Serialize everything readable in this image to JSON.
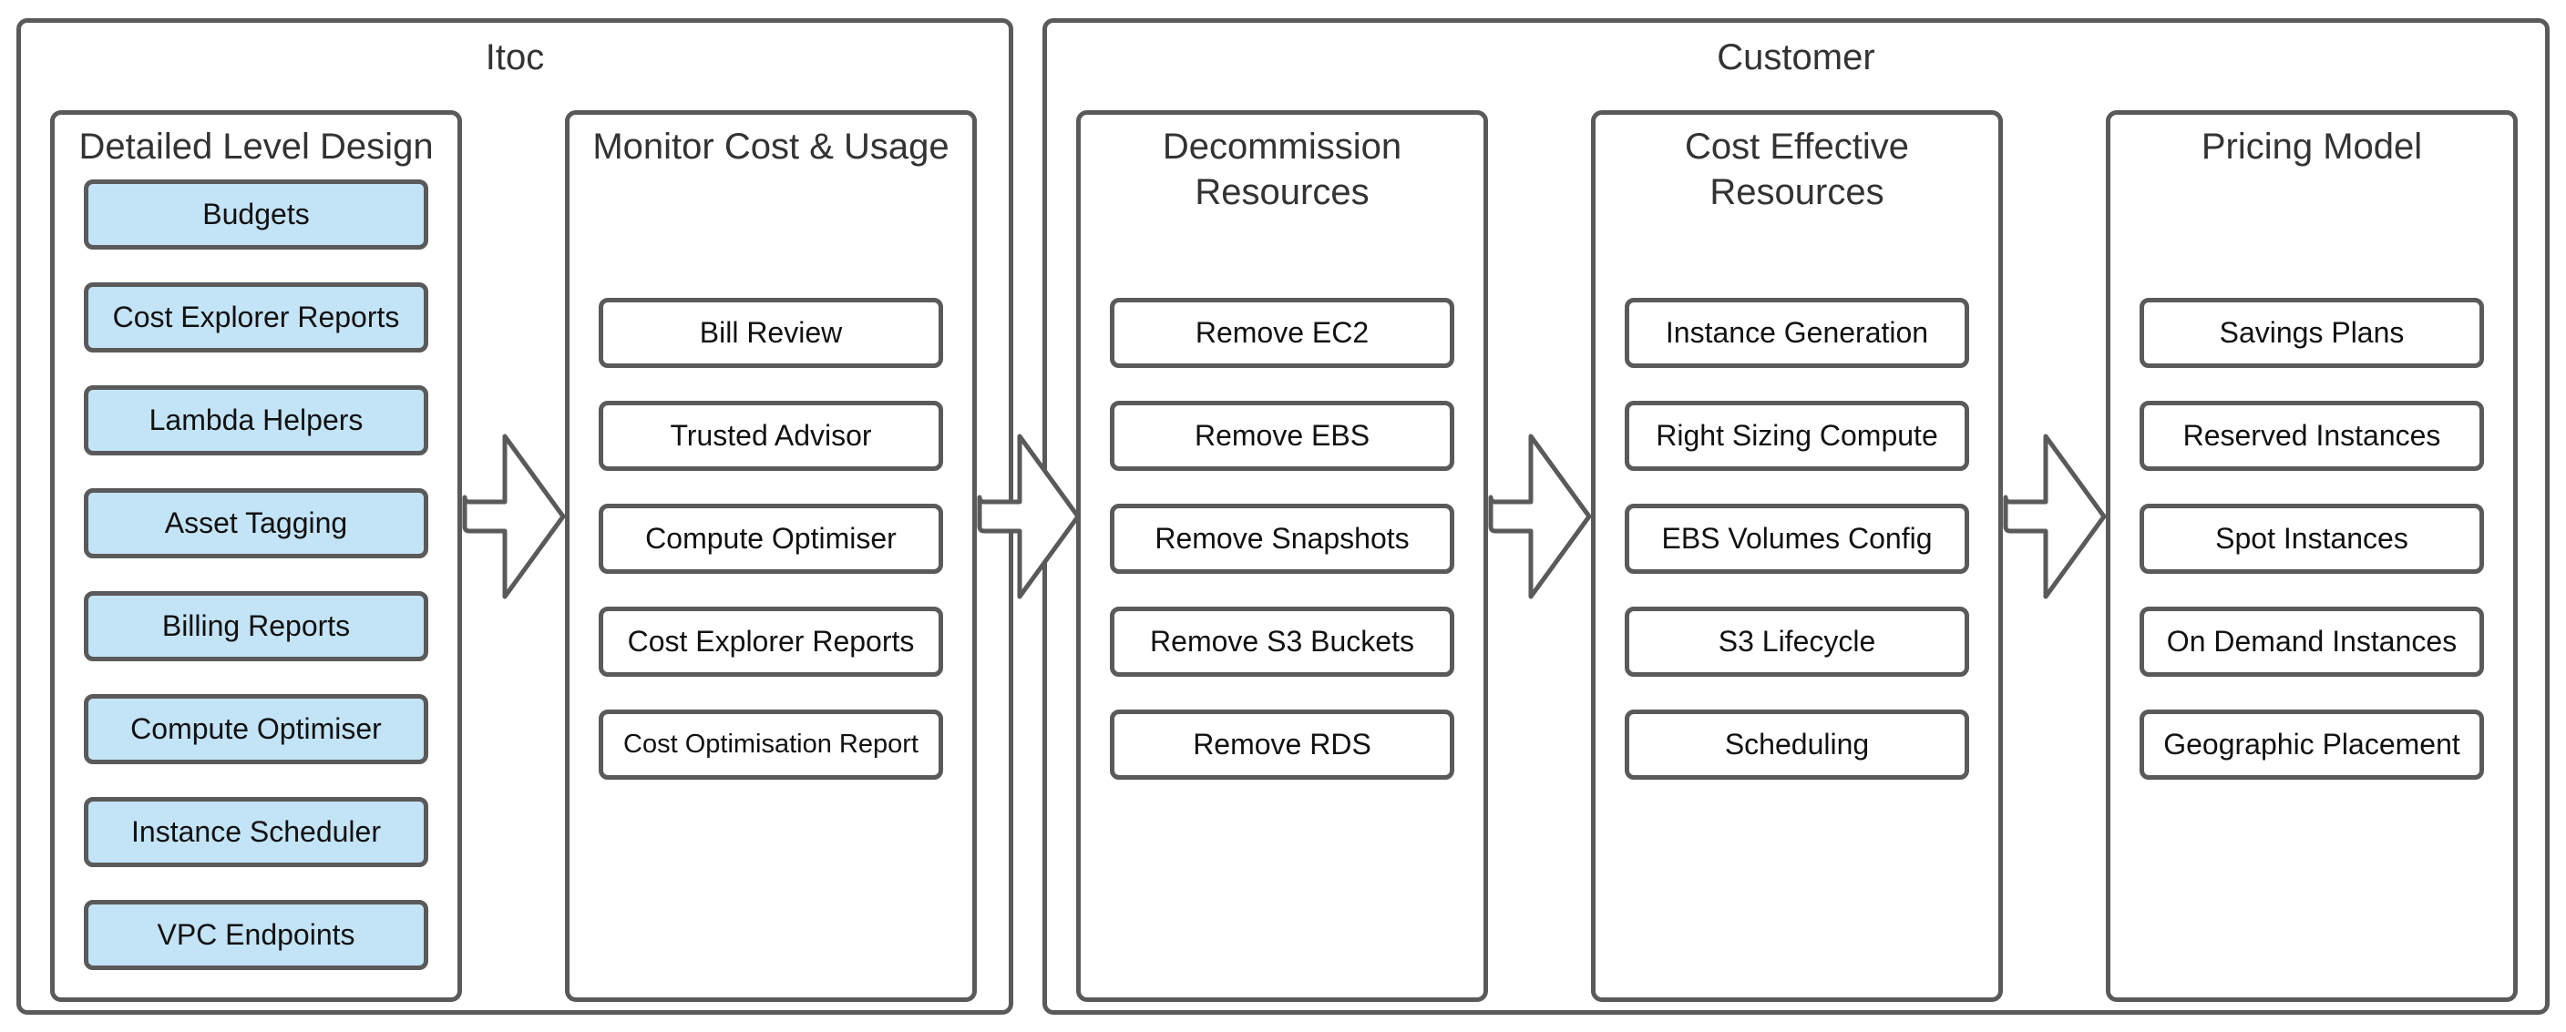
{
  "groups": {
    "itoc": {
      "title": "Itoc"
    },
    "customer": {
      "title": "Customer"
    }
  },
  "columns": [
    {
      "title": "Detailed Level Design",
      "items": [
        "Budgets",
        "Cost Explorer Reports",
        "Lambda Helpers",
        "Asset Tagging",
        "Billing Reports",
        "Compute Optimiser",
        "Instance Scheduler",
        "VPC Endpoints"
      ]
    },
    {
      "title": "Monitor Cost & Usage",
      "items": [
        "Bill Review",
        "Trusted Advisor",
        "Compute Optimiser",
        "Cost Explorer Reports",
        "Cost Optimisation Report"
      ]
    },
    {
      "title": "Decommission\nResources",
      "items": [
        "Remove EC2",
        "Remove EBS",
        "Remove Snapshots",
        "Remove S3 Buckets",
        "Remove RDS"
      ]
    },
    {
      "title": "Cost Effective\nResources",
      "items": [
        "Instance Generation",
        "Right Sizing Compute",
        "EBS Volumes Config",
        "S3 Lifecycle",
        "Scheduling"
      ]
    },
    {
      "title": "Pricing Model",
      "items": [
        "Savings Plans",
        "Reserved Instances",
        "Spot Instances",
        "On Demand Instances",
        "Geographic Placement"
      ]
    }
  ],
  "colors": {
    "border": "#5a5a5a",
    "highlight_fill": "#c3e3f6",
    "text": "#222222"
  },
  "icons": [
    "flow-arrow-icon"
  ]
}
